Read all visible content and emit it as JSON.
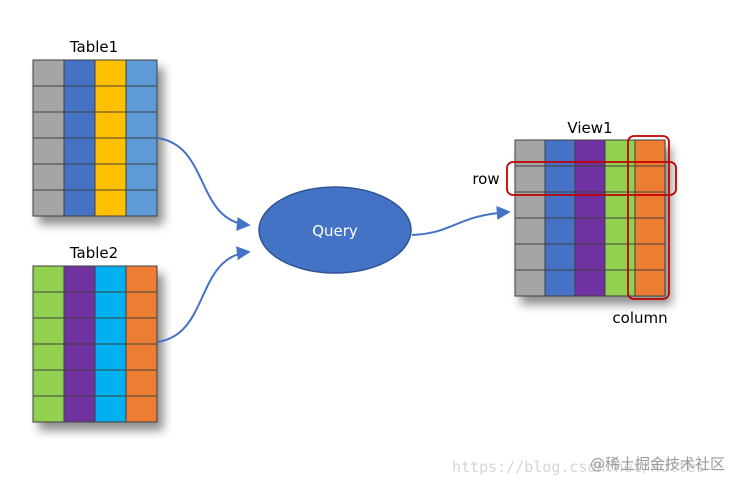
{
  "table1": {
    "title": "Table1",
    "column_colors": [
      "#A5A5A5",
      "#4472C4",
      "#FFC000",
      "#5B9BD5"
    ],
    "rows": 6
  },
  "table2": {
    "title": "Table2",
    "column_colors": [
      "#92D050",
      "#7030A0",
      "#00B0F0",
      "#ED7D31"
    ],
    "rows": 6
  },
  "query": {
    "label": "Query",
    "fill": "#4472C4",
    "stroke": "#2F5597"
  },
  "view1": {
    "title": "View1",
    "column_colors": [
      "#A5A5A5",
      "#4472C4",
      "#7030A0",
      "#92D050",
      "#ED7D31"
    ],
    "rows": 6
  },
  "annotations": {
    "row_label": "row",
    "column_label": "column",
    "highlight_color": "#C00000"
  },
  "arrow_color": "#4472C4",
  "watermark": {
    "url_text": "https://blog.csdn.net/Kdltes",
    "brand_text": "@稀土掘金技术社区"
  }
}
